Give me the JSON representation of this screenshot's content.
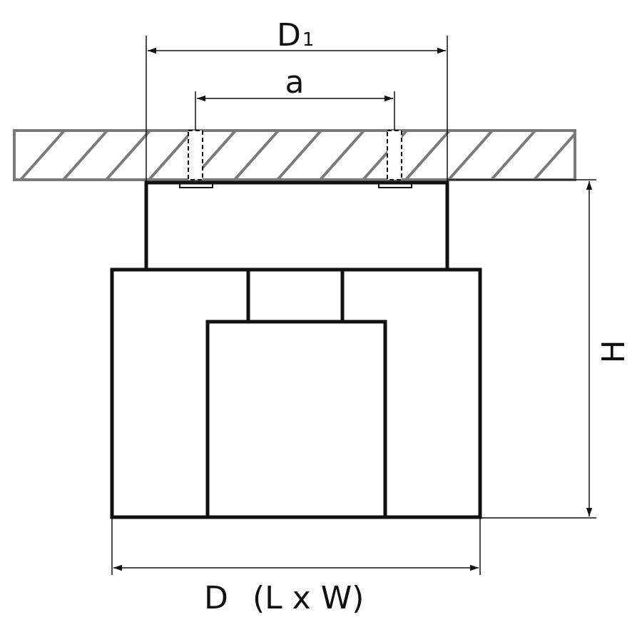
{
  "labels": {
    "d1_main": "D",
    "d1_sub": "1",
    "a": "a",
    "h": "H",
    "d": "D",
    "d_lw": "(L x W)"
  },
  "colors": {
    "outline": "#111111",
    "ceiling": "#7a7a7a",
    "background": "#ffffff"
  }
}
